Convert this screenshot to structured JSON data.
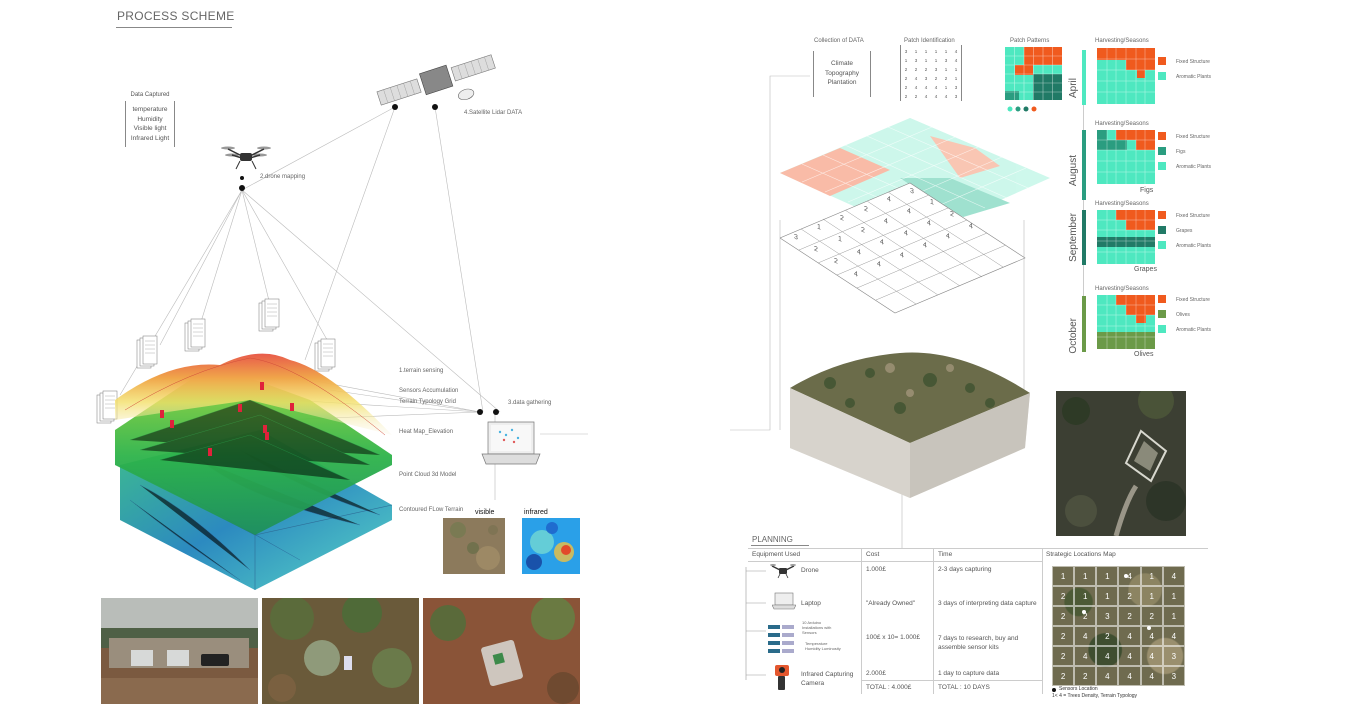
{
  "left": {
    "title": "PROCESS SCHEME",
    "data_captured": {
      "heading": "Data Captured",
      "items": [
        "temperature",
        "Humidity",
        "Visible light",
        "Infrared Light"
      ]
    },
    "labels": {
      "satellite": "4.Satellite Lidar DATA",
      "drone": "2.drone mapping",
      "data_gathering": "3.data gathering",
      "terrain_sensing": "1.terrain sensing",
      "sensors": "Sensors Accumulation",
      "grid": "Terrain Typology Grid",
      "heatmap": "Heat Map_Elevation",
      "pointcloud": "Point Cloud 3d Model",
      "contoured": "Contoured FLow Terrain",
      "visible": "visible",
      "infrared": "infrared"
    }
  },
  "right": {
    "headers": {
      "collection": "Collection of DATA",
      "patch_id": "Patch Identification",
      "patch_patterns": "Patch Patterns",
      "harvesting": "Harvesting/Seasons"
    },
    "collection_items": [
      "Climate",
      "Topography",
      "Plantation"
    ],
    "patch_numbers": [
      [
        "3",
        "1",
        "1",
        "1",
        "1",
        "4"
      ],
      [
        "1",
        "3",
        "1",
        "1",
        "3",
        "4"
      ],
      [
        "2",
        "2",
        "2",
        "3",
        "1",
        "1"
      ],
      [
        "2",
        "4",
        "3",
        "2",
        "2",
        "1"
      ],
      [
        "2",
        "4",
        "4",
        "4",
        "1",
        "3"
      ],
      [
        "2",
        "2",
        "4",
        "4",
        "4",
        "3"
      ]
    ],
    "grid_numbers": [
      [
        "3",
        "1",
        "2",
        "2",
        "4",
        "3"
      ],
      [
        "2",
        "1",
        "2",
        "4",
        "4",
        "1"
      ],
      [
        "2",
        "4",
        "4",
        "4",
        "4",
        "2"
      ],
      [
        "4",
        "4",
        "4",
        "4",
        "4",
        "4"
      ]
    ],
    "seasons": [
      {
        "month": "April",
        "heading": "Harvesting/Seasons",
        "legend": [
          "Fixed Structure",
          "Aromatic Plants"
        ],
        "caption": ""
      },
      {
        "month": "August",
        "heading": "Harvesting/Seasons",
        "legend": [
          "Fixed Structure",
          "Figs",
          "Aromatic Plants"
        ],
        "caption": "Figs"
      },
      {
        "month": "September",
        "heading": "Harvesting/Seasons",
        "legend": [
          "Fixed Structure",
          "Grapes",
          "Aromatic Plants"
        ],
        "caption": "Grapes"
      },
      {
        "month": "October",
        "heading": "Harvesting/Seasons",
        "legend": [
          "Fixed Structure",
          "Olives",
          "Aromatic Plants"
        ],
        "caption": "Olives"
      }
    ],
    "colors": {
      "fixed": "#f05a1e",
      "aromatic": "#4ee8c0",
      "figs": "#2a9d80",
      "grapes": "#217a66",
      "olives": "#6b9a48"
    }
  },
  "planning": {
    "title": "PLANNING",
    "columns": [
      "Equipment Used",
      "Cost",
      "Time",
      "Strategic Locations Map"
    ],
    "rows": [
      {
        "equipment": "Drone",
        "cost": "1.000£",
        "time": "2-3 days capturing"
      },
      {
        "equipment": "Laptop",
        "cost": "\"Already Owned\"",
        "time": "3 days of interpreting data capture"
      },
      {
        "equipment": "10 Arduino Installations with Sensors",
        "sub": "Temperature Humidity Luminosity",
        "cost": "100£ x 10= 1.000£",
        "time": "7 days to research, buy and assemble sensor kits"
      },
      {
        "equipment": "Infrared Capturing Camera",
        "cost": "2.000£",
        "time": "1 day to capture data"
      }
    ],
    "totals": {
      "cost": "TOTAL : 4.000£",
      "time": "TOTAL : 10 DAYS"
    },
    "map_legend": [
      "Sensors Location",
      "1< 4 = Trees Density, Terrain Typology"
    ],
    "map_numbers": [
      [
        "1",
        "1",
        "1",
        "4",
        "1",
        "4"
      ],
      [
        "2",
        "1",
        "1",
        "2",
        "1",
        "1"
      ],
      [
        "2",
        "2",
        "3",
        "2",
        "2",
        "1"
      ],
      [
        "2",
        "4",
        "2",
        "4",
        "4",
        "4"
      ],
      [
        "2",
        "4",
        "4",
        "4",
        "4",
        "3"
      ],
      [
        "2",
        "2",
        "4",
        "4",
        "4",
        "3"
      ]
    ]
  }
}
